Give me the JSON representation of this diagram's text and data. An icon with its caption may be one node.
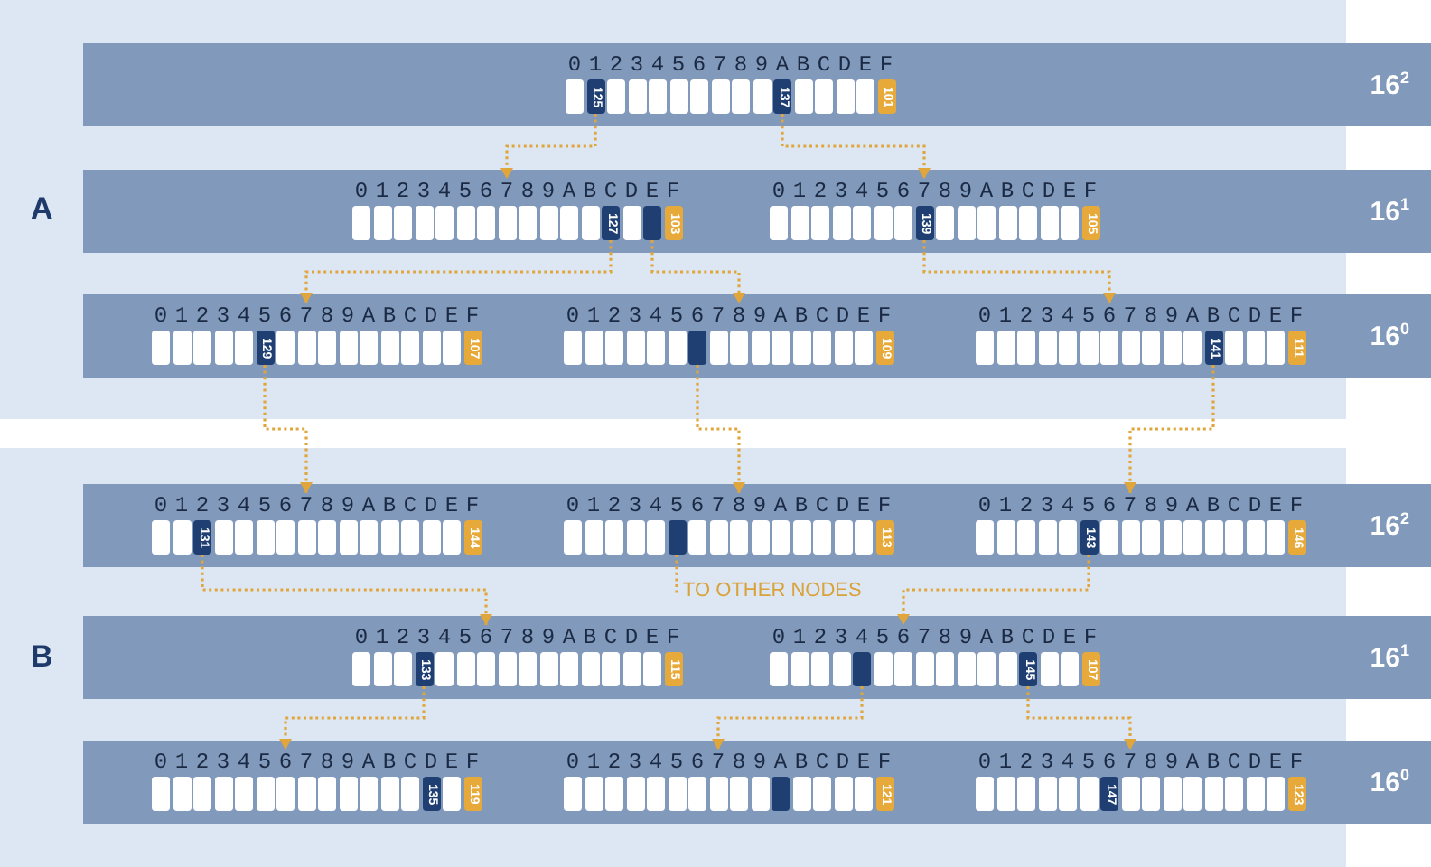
{
  "diagram": {
    "nodes": [
      {
        "text": [
          "16$^{2}$"
        ]
      },
      {
        "text": [
          "0 1 2 3 4 5 6 7 8 9 A B C D E F"
        ],
        "in": 0
      },
      {
        "text": [
          "125"
        ],
        "in": 1
      },
      {
        "text": [
          "137"
        ],
        "in": 1
      },
      {
        "text": [
          "101"
        ],
        "in": 1
      },
      {
        "text": [
          "16$^{1}$"
        ]
      },
      {
        "text": [
          "0 1 2 3 4 5 6 7 8 9 A B C D E F"
        ],
        "in": 5
      },
      {
        "text": [
          "127"
        ],
        "in": 6
      },
      {
        "text": [],
        "shape": "box",
        "in": 6
      },
      {
        "text": [
          "103"
        ],
        "in": 6
      },
      {
        "text": [
          "0 1 2 3 4 5 6 7 8 9 A B C D E F"
        ],
        "in": 5
      },
      {
        "text": [
          "139"
        ],
        "in": 10
      },
      {
        "text": [
          "105"
        ],
        "in": 10
      },
      {
        "text": [
          "16$^{0}$"
        ]
      },
      {
        "text": [
          "0 1 2 3 4 5 6 7 8 9 A B C D E F"
        ],
        "in": 13
      },
      {
        "text": [
          "129"
        ],
        "in": 14
      },
      {
        "text": [
          "107"
        ],
        "in": 14
      },
      {
        "text": [
          "0 1 2 3 4 5 6 7 8 9 A B C D E F"
        ],
        "in": 13
      },
      {
        "text": [],
        "shape": "box",
        "in": 17
      },
      {
        "text": [
          "109"
        ],
        "in": 17
      },
      {
        "text": [
          "0 1 2 3 4 5 6 7 8 9 A B C D E F"
        ],
        "in": 13
      },
      {
        "text": [
          "141"
        ],
        "in": 20
      },
      {
        "text": [
          "111"
        ],
        "in": 20
      },
      {
        "text": [
          "16$^{2}$"
        ]
      },
      {
        "text": [
          "0 1 2 3 4 5 6 7 8 9 A B C D E F"
        ],
        "in": 23
      },
      {
        "text": [
          "131"
        ],
        "in": 24
      },
      {
        "text": [
          "144"
        ],
        "in": 24
      },
      {
        "text": [
          "0 1 2 3 4 5 6 7 8 9 A B C D E F"
        ],
        "in": 23
      },
      {
        "text": [],
        "shape": "box",
        "in": 27
      },
      {
        "text": [
          "113"
        ],
        "in": 27
      },
      {
        "text": [
          "0 1 2 3 4 5 6 7 8 9 A B C D E F"
        ],
        "in": 23
      },
      {
        "text": [
          "143"
        ],
        "in": 30
      },
      {
        "text": [
          "146"
        ],
        "in": 30
      },
      {
        "text": [
          "TO OTHER NODES"
        ]
      },
      {
        "text": [
          "16$^{1}$"
        ]
      },
      {
        "text": [
          "0 1 2 3 4 5 6 7 8 9 A B C D E F"
        ],
        "in": 34
      },
      {
        "text": [
          "133"
        ],
        "in": 35
      },
      {
        "text": [
          "115"
        ],
        "in": 35
      },
      {
        "text": [
          "0 1 2 3 4 5 6 7 8 9 A B C D E F"
        ],
        "in": 34
      },
      {
        "text": [],
        "shape": "box",
        "in": 38
      },
      {
        "text": [
          "145"
        ],
        "in": 38
      },
      {
        "text": [
          "107"
        ],
        "in": 38
      },
      {
        "text": [
          "16$^{0}$"
        ]
      },
      {
        "text": [
          "0 1 2 3 4 5 6 7 8 9 A B C D E F"
        ],
        "in": 42
      },
      {
        "text": [
          "135"
        ],
        "in": 43
      },
      {
        "text": [
          "119"
        ],
        "in": 43
      },
      {
        "text": [
          "0 1 2 3 4 5 6 7 8 9 A B C D E F"
        ],
        "in": 42
      },
      {
        "text": [],
        "shape": "box",
        "in": 46
      },
      {
        "text": [
          "121"
        ],
        "in": 46
      },
      {
        "text": [
          "0 1 2 3 4 5 6 7 8 9 A B C D E F"
        ],
        "in": 42
      },
      {
        "text": [
          "147"
        ],
        "in": 49
      },
      {
        "text": [
          "123"
        ],
        "in": 49
      }
    ],
    "edges": [
      {
        "from": 2,
        "to": 6,
        "arrow": "to"
      },
      {
        "from": 3,
        "to": 10,
        "arrow": "to"
      },
      {
        "from": 7,
        "to": 14,
        "arrow": "to"
      },
      {
        "from": 8,
        "to": 17,
        "arrow": "to"
      },
      {
        "from": 11,
        "to": 20,
        "arrow": "to"
      },
      {
        "from": 15,
        "to": 24,
        "arrow": "to"
      },
      {
        "from": 18,
        "to": 27,
        "arrow": "to"
      },
      {
        "from": 21,
        "to": 30,
        "arrow": "to"
      },
      {
        "from": 25,
        "to": 35,
        "arrow": "to"
      },
      {
        "from": 28,
        "to": 33,
        "arrow": "none"
      },
      {
        "from": 31,
        "to": 38,
        "arrow": "to"
      },
      {
        "from": 36,
        "to": 43,
        "arrow": "to"
      },
      {
        "from": 39,
        "to": 46,
        "arrow": "to"
      },
      {
        "from": 40,
        "to": 49,
        "arrow": "to"
      }
    ],
    "labels": [
      "A",
      "B"
    ]
  }
}
